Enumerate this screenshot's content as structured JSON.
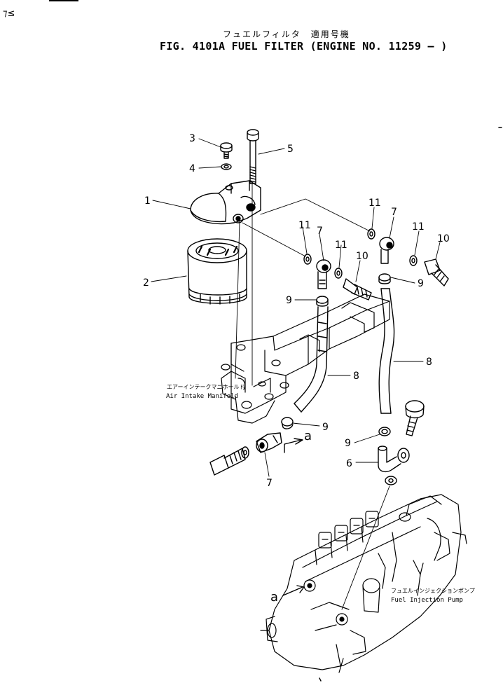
{
  "title": {
    "japanese": "フュエルフィルタ　適用号機",
    "english": "FIG. 4101A  FUEL FILTER (ENGINE NO. 11259 –  )"
  },
  "corner_mark": "⁊≤",
  "callouts": {
    "c1": "1",
    "c2": "2",
    "c3": "3",
    "c4": "4",
    "c5": "5",
    "c6": "6",
    "c7a": "7",
    "c7b": "7",
    "c7c": "7",
    "c8a": "8",
    "c8b": "8",
    "c9a": "9",
    "c9b": "9",
    "c9c": "9",
    "c9d": "9",
    "c10a": "10",
    "c10b": "10",
    "c11a": "11",
    "c11b": "11",
    "c11c": "11",
    "ca1": "a",
    "ca2": "a"
  },
  "labels": {
    "manifold_jp": "エアーインテークマニホールド",
    "manifold_en": "Air Intake Manifold",
    "pump_jp": "フュエルインジェクションポンプ",
    "pump_en": "Fuel Injection Pump"
  }
}
